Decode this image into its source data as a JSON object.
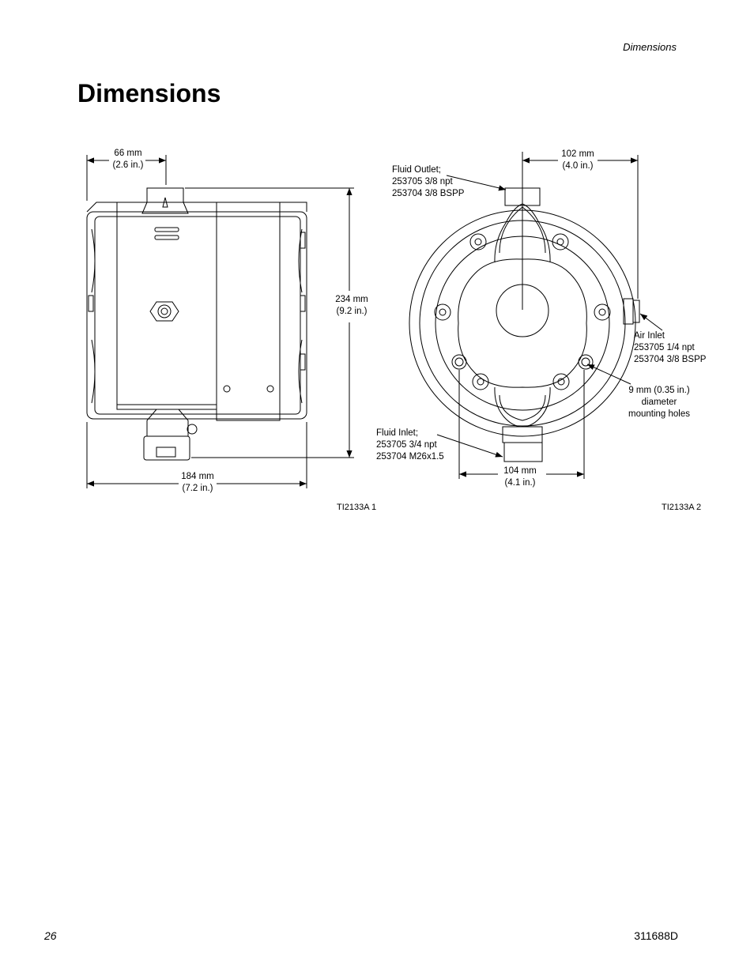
{
  "header": {
    "section": "Dimensions"
  },
  "title": "Dimensions",
  "figure1": {
    "dim_top": [
      "66 mm",
      "(2.6 in.)"
    ],
    "dim_height": [
      "234 mm",
      "(9.2 in.)"
    ],
    "dim_width": [
      "184 mm",
      "(7.2 in.)"
    ],
    "id": "TI2133A 1"
  },
  "figure2": {
    "dim_top": [
      "102 mm",
      "(4.0 in.)"
    ],
    "dim_bottom": [
      "104 mm",
      "(4.1 in.)"
    ],
    "fluid_outlet": [
      "Fluid Outlet;",
      "253705 3/8 npt",
      "253704 3/8 BSPP"
    ],
    "air_inlet": [
      "Air Inlet",
      "253705 1/4 npt",
      "253704 3/8 BSPP"
    ],
    "mounting_holes": [
      "9 mm (0.35 in.)",
      "diameter",
      "mounting holes"
    ],
    "fluid_inlet": [
      "Fluid Inlet;",
      "253705 3/4 npt",
      "253704 M26x1.5"
    ],
    "id": "TI2133A 2"
  },
  "footer": {
    "page": "26",
    "doc": "311688D"
  }
}
